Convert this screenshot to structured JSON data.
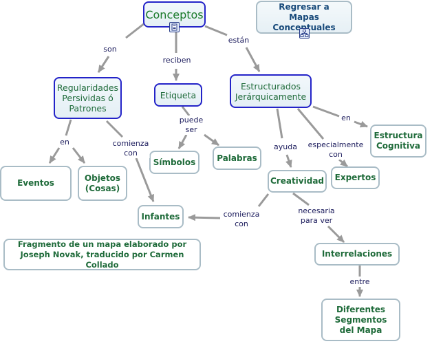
{
  "concept_map": {
    "concepts": {
      "conceptos": "Conceptos",
      "regresar": "Regresar a\nMapas Conceptuales",
      "regularidades": "Regularidades\nPersividas ó\nPatrones",
      "etiqueta": "Etiqueta",
      "estructurados": "Estructurados\nJerárquicamente",
      "eventos": "Eventos",
      "objetos": "Objetos\n(Cosas)",
      "simbolos": "Símbolos",
      "palabras": "Palabras",
      "estructura": "Estructura\nCognitiva",
      "creatividad": "Creatividad",
      "expertos": "Expertos",
      "infantes": "Infantes",
      "interrelaciones": "Interrelaciones",
      "segmentos": "Diferentes\nSegmentos\ndel Mapa",
      "fragmento": "Fragmento de un mapa elaborado por\nJoseph Novak, traducido por Carmen Collado"
    },
    "links": {
      "son": "son",
      "reciben": "reciben",
      "estan": "están",
      "en_left": "en",
      "comienza_con_left": "comienza\ncon",
      "puede_ser": "puede\nser",
      "en_right": "en",
      "ayuda": "ayuda",
      "especialmente_con": "especialmente\ncon",
      "comienza_con_right": "comienza\ncon",
      "necesaria_para_ver": "necesaria\npara ver",
      "entre": "entre"
    },
    "icons": {
      "conceptos_resource": "document-icon",
      "regresar_resource": "concept-map-icon"
    },
    "colors": {
      "concept_text": "#1f6b3a",
      "link_text": "#1b1b5c",
      "highlight_border": "#2323c8",
      "node_border": "#a9bcc6",
      "arrow": "#9a9a9a"
    }
  }
}
